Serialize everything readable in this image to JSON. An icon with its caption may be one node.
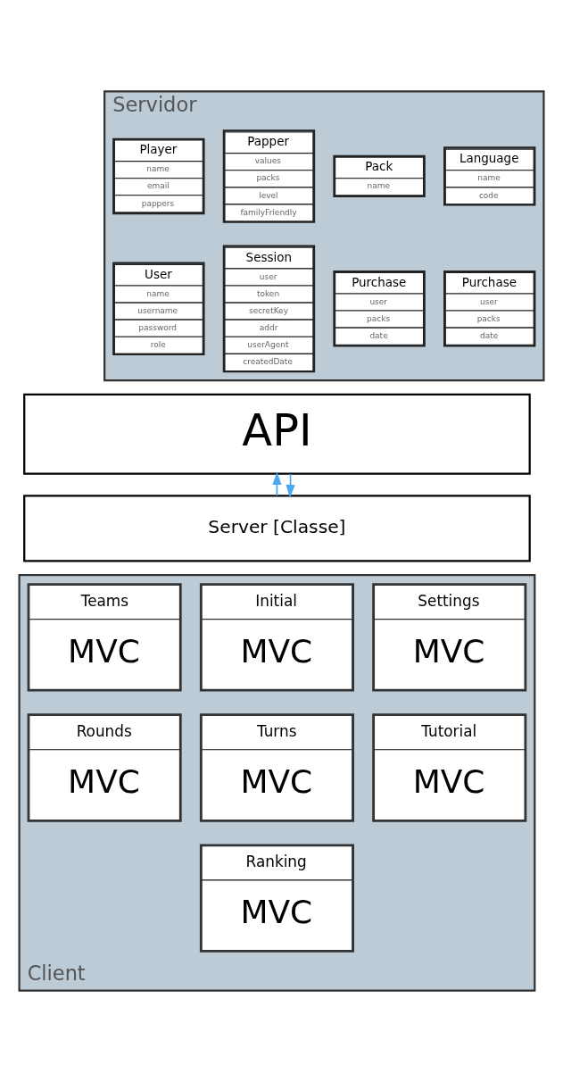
{
  "diagram": {
    "nodes": [
      {
        "text": [
          "Servidor"
        ]
      },
      {
        "text": [
          "Language",
          "name",
          "code"
        ],
        "in": 0
      },
      {
        "text": [
          "Pack",
          "name"
        ],
        "in": 0
      },
      {
        "text": [
          "Papper",
          "values",
          "packs",
          "level",
          "familyFriendly"
        ],
        "in": 0
      },
      {
        "text": [
          "Player",
          "name",
          "email",
          "pappers"
        ],
        "in": 0
      },
      {
        "text": [
          "Purchase",
          "user",
          "packs",
          "date"
        ],
        "in": 0
      },
      {
        "text": [
          "Purchase",
          "user",
          "packs",
          "date"
        ],
        "in": 0
      },
      {
        "text": [
          "User",
          "name",
          "username",
          "password",
          "role"
        ],
        "in": 0
      },
      {
        "text": [
          "Session",
          "user",
          "token",
          "secretKey",
          "addr",
          "userAgent",
          "createdDate"
        ],
        "in": 0
      },
      {
        "text": [
          "API"
        ]
      },
      {
        "text": [
          "Server [Classe]"
        ]
      },
      {
        "text": [
          "Client"
        ]
      },
      {
        "text": [
          "Settings",
          "MVC"
        ],
        "in": 11
      },
      {
        "text": [
          "Initial",
          "MVC"
        ],
        "in": 11
      },
      {
        "text": [
          "Teams",
          "MVC"
        ],
        "in": 11
      },
      {
        "text": [
          "Tutorial",
          "MVC"
        ],
        "in": 11
      },
      {
        "text": [
          "Turns",
          "MVC"
        ],
        "in": 11
      },
      {
        "text": [
          "Rounds",
          "MVC"
        ],
        "in": 11
      },
      {
        "text": [
          "Ranking",
          "MVC"
        ],
        "in": 11
      }
    ],
    "edges": [
      {
        "from": 10,
        "to": 9,
        "arrow": "to"
      },
      {
        "from": 9,
        "to": 10,
        "arrow": "to"
      }
    ]
  }
}
